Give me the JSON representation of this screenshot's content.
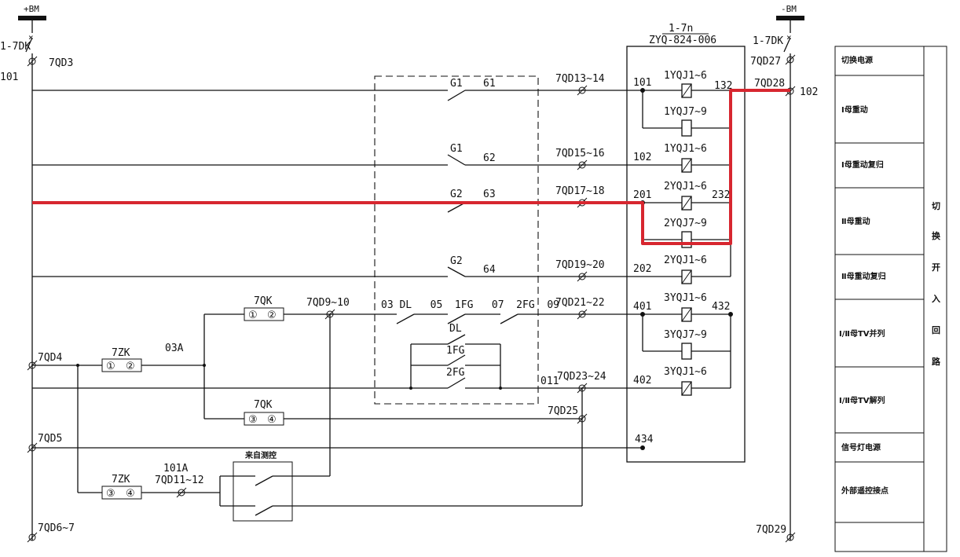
{
  "buses": {
    "positive_label": "+BM",
    "negative_label": "-BM",
    "left_breaker": "1-7DK",
    "right_breaker": "1-7DK",
    "left_node": "101",
    "right_node": "102"
  },
  "terminals": {
    "qd3": "7QD3",
    "qd4": "7QD4",
    "qd5": "7QD5",
    "qd6_7": "7QD6~7",
    "qd27": "7QD27",
    "qd28": "7QD28",
    "qd29": "7QD29",
    "qd13_14": "7QD13~14",
    "qd15_16": "7QD15~16",
    "qd17_18": "7QD17~18",
    "qd19_20": "7QD19~20",
    "qd21_22": "7QD21~22",
    "qd23_24": "7QD23~24",
    "qd25": "7QD25",
    "qd9_10": "7QD9~10",
    "qd11_12": "7QD11~12"
  },
  "switches": {
    "g1_a": "G1",
    "g1_b": "G1",
    "g2_a": "G2",
    "g2_b": "G2",
    "n61": "61",
    "n62": "62",
    "n63": "63",
    "n64": "64",
    "qk_top": "7QK",
    "qk_top_p1": "①",
    "qk_top_p2": "②",
    "qk_bot": "7QK",
    "qk_bot_p1": "③",
    "qk_bot_p2": "④",
    "zk_top": "7ZK",
    "zk_top_p1": "①",
    "zk_top_p2": "②",
    "zk_bot": "7ZK",
    "zk_bot_p1": "③",
    "zk_bot_p2": "④",
    "n03a": "03A",
    "n101a": "101A",
    "n011": "011",
    "chain": "03 DL   05  1FG   07  2FG  09",
    "dl": "DL",
    "fg1": "1FG",
    "fg2": "2FG",
    "remote_box": "来自测控"
  },
  "device": {
    "ref": "1-7n",
    "model": "ZYQ-824-006",
    "relays": [
      {
        "label": "1YQJ1~6",
        "left": "101",
        "right": "132"
      },
      {
        "label": "1YQJ7~9",
        "left": "",
        "right": ""
      },
      {
        "label": "1YQJ1~6",
        "left": "102",
        "right": ""
      },
      {
        "label": "2YQJ1~6",
        "left": "201",
        "right": "232"
      },
      {
        "label": "2YQJ7~9",
        "left": "",
        "right": ""
      },
      {
        "label": "2YQJ1~6",
        "left": "202",
        "right": ""
      },
      {
        "label": "3YQJ1~6",
        "left": "401",
        "right": "432"
      },
      {
        "label": "3YQJ7~9",
        "left": "",
        "right": ""
      },
      {
        "label": "3YQJ1~6",
        "left": "402",
        "right": ""
      }
    ],
    "node_434": "434"
  },
  "legend": {
    "rows": [
      "切换电源",
      "Ⅰ母重动",
      "Ⅰ母重动复归",
      "Ⅱ母重动",
      "Ⅱ母重动复归",
      "Ⅰ/Ⅱ母TV并列",
      "Ⅰ/Ⅱ母TV解列",
      "信号灯电源",
      "外部遥控接点"
    ],
    "side_title": [
      "切",
      "换",
      "开",
      "入",
      "回",
      "路"
    ]
  },
  "colors": {
    "highlight": "#d7262f",
    "line": "#111111"
  }
}
